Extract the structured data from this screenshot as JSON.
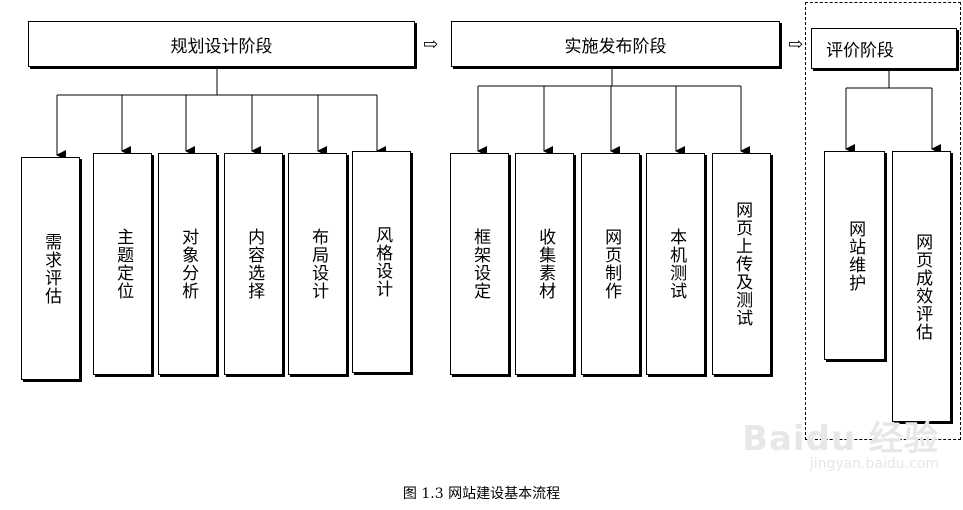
{
  "phases": [
    {
      "label": "规划设计阶段",
      "tasks": [
        "需求评估",
        "主题定位",
        "对象分析",
        "内容选择",
        "布局设计",
        "风格设计"
      ]
    },
    {
      "label": "实施发布阶段",
      "tasks": [
        "框架设定",
        "收集素材",
        "网页制作",
        "本机测试",
        "网页上传及测试"
      ]
    },
    {
      "label": "评价阶段",
      "tasks": [
        "网站维护",
        "网页成效评估"
      ]
    }
  ],
  "caption": "图 1.3   网站建设基本流程",
  "watermark": {
    "brand": "Baidu 经验",
    "url": "jingyan.baidu.com"
  }
}
